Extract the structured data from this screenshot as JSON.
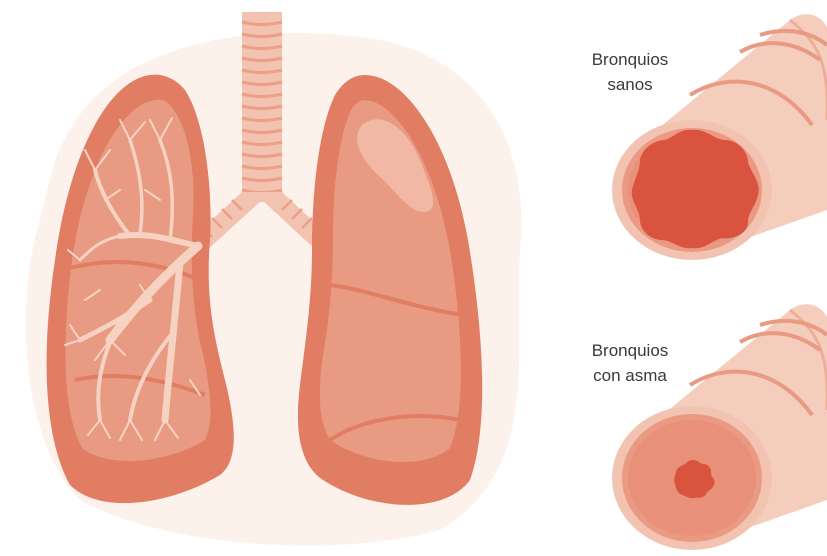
{
  "labels": {
    "healthy": {
      "line1": "Bronquios",
      "line2": "sanos"
    },
    "asthma": {
      "line1": "Bronquios",
      "line2": "con asma"
    }
  },
  "colors": {
    "lung_outer": "#e07d62",
    "lung_inner": "#e89a82",
    "lung_highlight": "#f0b8a5",
    "trachea": "#f3c3b2",
    "bronchi": "#f6d2c3",
    "tube_skin": "#f5cdbd",
    "tube_wall": "#ea9a82",
    "inflamed": "#d9533e",
    "background_blob": "#fdf1ec"
  }
}
